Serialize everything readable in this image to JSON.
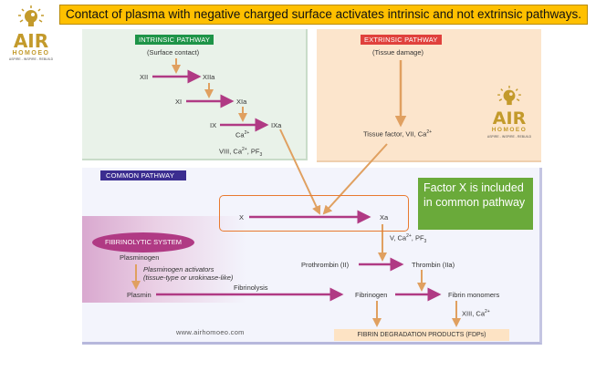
{
  "banner": {
    "text": "Contact of plasma with negative charged surface activates intrinsic and not extrinsic pathways."
  },
  "logos": [
    {
      "title": "AIR",
      "subtitle": "HOMOEO",
      "tagline": "ASPIRE - INSPIRE - REBUILD"
    },
    {
      "title": "AIR",
      "subtitle": "HOMOEO",
      "tagline": "ASPIRE - INSPIRE - REBUILD"
    }
  ],
  "intrinsic": {
    "header": "INTRINSIC PATHWAY",
    "trigger": "(Surface contact)",
    "steps": [
      {
        "from": "XII",
        "to": "XIIa"
      },
      {
        "from": "XI",
        "to": "XIa"
      },
      {
        "from": "IX",
        "to": "IXa"
      }
    ],
    "ca_label": "Ca",
    "ca_sup": "2+",
    "cofactors": {
      "a": "VIII, Ca",
      "sup": "2+",
      "b": ", PF",
      "sub": "3"
    }
  },
  "extrinsic": {
    "header": "EXTRINSIC PATHWAY",
    "trigger": "(Tissue damage)",
    "factor_label": "Tissue factor, VII, Ca",
    "factor_sup": "2+"
  },
  "common": {
    "header": "COMMON PATHWAY",
    "x_from": "X",
    "x_to": "Xa",
    "cofactors": {
      "a": "V, Ca",
      "sup": "2+",
      "b": ", PF",
      "sub": "3"
    },
    "prothrombin": "Prothrombin (II)",
    "thrombin": "Thrombin (IIa)",
    "fibrinogen": "Fibrinogen",
    "fibrin_monomers": "Fibrin monomers",
    "xiii": {
      "a": "XIII, Ca",
      "sup": "2+"
    },
    "fdp": "FIBRIN DEGRADATION PRODUCTS (FDPs)"
  },
  "fibrinolytic": {
    "header": "FIBRINOLYTIC SYSTEM",
    "plasminogen": "Plasminogen",
    "activators_line1": "Plasminogen activators",
    "activators_line2": "(tissue-type or urokinase-like)",
    "plasmin": "Plasmin",
    "fibrinolysis": "Fibrinolysis"
  },
  "note": {
    "text": "Factor X is included in common pathway"
  },
  "website": "www.airhomoeo.com",
  "colors": {
    "banner": "#ffc000",
    "magenta_arrow": "#b03a84",
    "orange_arrow": "#e0a060",
    "note_green": "#6aaa3a",
    "highlight_box": "#e87a2f",
    "logo_gold": "#c39a2b"
  }
}
